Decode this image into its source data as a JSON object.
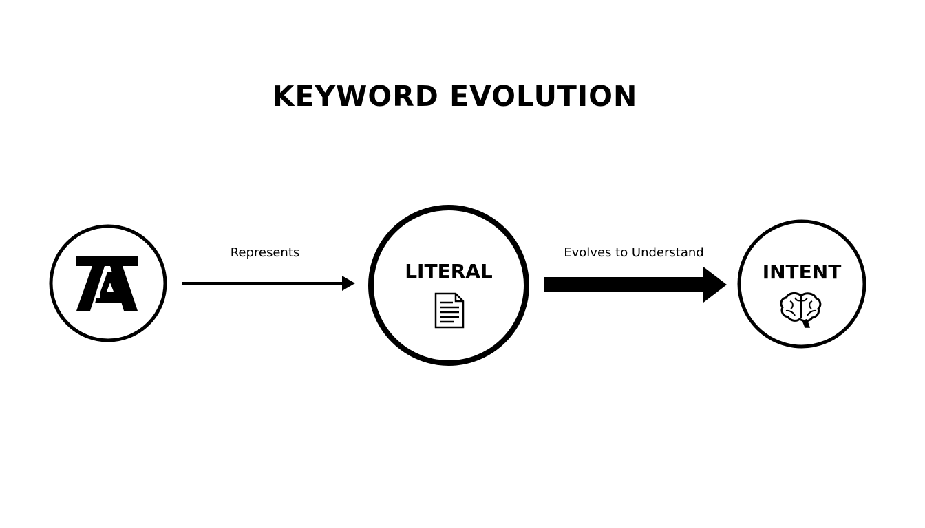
{
  "title": "KEYWORD EVOLUTION",
  "nodes": [
    {
      "id": "keyword",
      "label": "",
      "icon": "letter-a-icon"
    },
    {
      "id": "literal",
      "label": "LITERAL",
      "icon": "document-icon"
    },
    {
      "id": "intent",
      "label": "INTENT",
      "icon": "brain-icon"
    }
  ],
  "edges": [
    {
      "from": "keyword",
      "to": "literal",
      "label": "Represents",
      "style": "thin-arrow"
    },
    {
      "from": "literal",
      "to": "intent",
      "label": "Evolves to Understand",
      "style": "thick-arrow"
    }
  ],
  "colors": {
    "stroke": "#000000",
    "background": "#ffffff"
  }
}
